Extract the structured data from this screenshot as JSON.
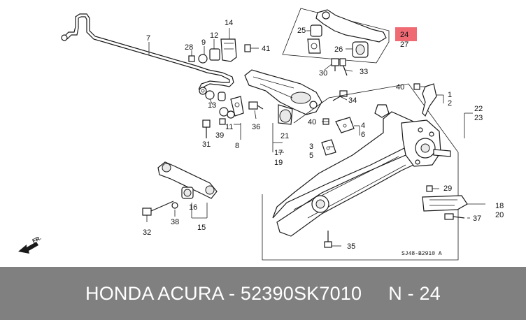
{
  "diagram": {
    "callouts": [
      "1",
      "2",
      "3",
      "4",
      "5",
      "6",
      "7",
      "8",
      "9",
      "11",
      "12",
      "13",
      "14",
      "15",
      "16",
      "17",
      "18",
      "19",
      "20",
      "21",
      "22",
      "23",
      "24",
      "25",
      "26",
      "27",
      "28",
      "29",
      "30",
      "31",
      "32",
      "33",
      "34",
      "35",
      "36",
      "37",
      "38",
      "39",
      "40",
      "40",
      "41"
    ],
    "highlighted_callout": "24",
    "highlight_color": "#f06a74",
    "direction_label": "FR.",
    "drawing_code": "SJ48-B2910 A"
  },
  "footer": {
    "brand_model": "HONDA ACURA - 52390SK7010",
    "position_label": "N - 24",
    "background": "#808080"
  }
}
